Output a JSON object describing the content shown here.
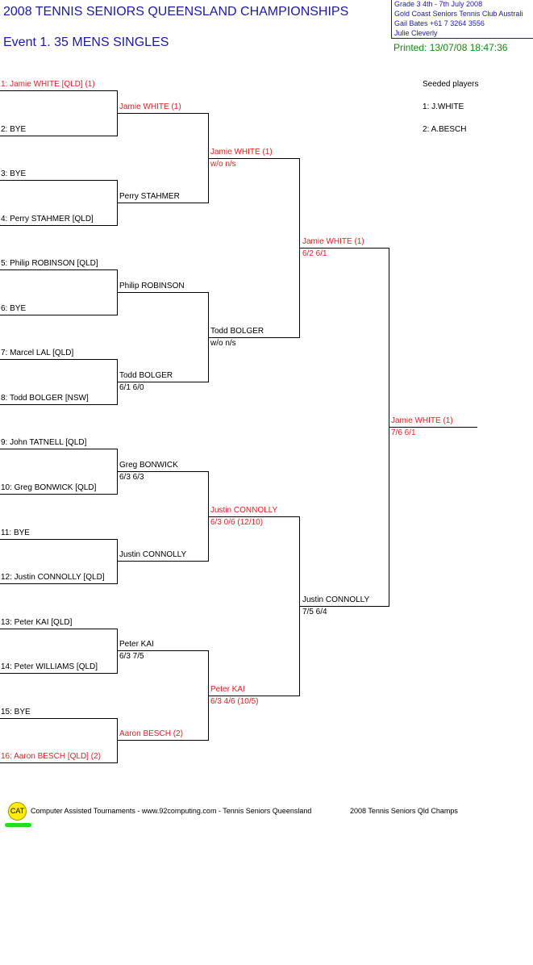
{
  "header": {
    "title": "2008  TENNIS SENIORS QUEENSLAND CHAMPIONSHIPS",
    "event": "Event 1. 35  MENS SINGLES",
    "info_lines": [
      "Grade 3    4th - 7th  July 2008",
      "Gold Coast Seniors Tennis Club    Australi",
      "Gail Bates    +61 7 3264 3556",
      "Julie Cleverly"
    ],
    "printed": "Printed: 13/07/08 18:47:36"
  },
  "seeds": {
    "title": "Seeded players",
    "list": [
      "1: J.WHITE",
      "2: A.BESCH"
    ]
  },
  "round1": [
    "1: Jamie WHITE [QLD] (1)",
    "2: BYE",
    "3: BYE",
    "4: Perry STAHMER [QLD]",
    "5: Philip ROBINSON [QLD]",
    "6: BYE",
    "7: Marcel LAL [QLD]",
    "8: Todd BOLGER [NSW]",
    "9: John TATNELL [QLD]",
    "10: Greg BONWICK [QLD]",
    "11: BYE",
    "12: Justin CONNOLLY [QLD]",
    "13: Peter KAI [QLD]",
    "14: Peter WILLIAMS [QLD]",
    "15: BYE",
    "16: Aaron BESCH [QLD] (2)"
  ],
  "round2": [
    {
      "name": "Jamie WHITE (1)",
      "score": ""
    },
    {
      "name": "Perry STAHMER",
      "score": ""
    },
    {
      "name": "Philip ROBINSON",
      "score": ""
    },
    {
      "name": "Todd BOLGER",
      "score": "6/1 6/0"
    },
    {
      "name": "Greg BONWICK",
      "score": "6/3 6/3"
    },
    {
      "name": "Justin CONNOLLY",
      "score": ""
    },
    {
      "name": "Peter KAI",
      "score": "6/3 7/5"
    },
    {
      "name": "Aaron BESCH (2)",
      "score": ""
    }
  ],
  "round3": [
    {
      "name": "Jamie WHITE (1)",
      "score": "w/o n/s"
    },
    {
      "name": "Todd BOLGER",
      "score": "w/o n/s"
    },
    {
      "name": "Justin CONNOLLY",
      "score": "6/3 0/6 (12/10)"
    },
    {
      "name": "Peter KAI",
      "score": "6/3 4/6 (10/5)"
    }
  ],
  "round4": [
    {
      "name": "Jamie WHITE (1)",
      "score": "6/2 6/1"
    },
    {
      "name": "Justin CONNOLLY",
      "score": "7/5 6/4"
    }
  ],
  "final": {
    "name": "Jamie WHITE (1)",
    "score": "7/6 6/1"
  },
  "footer": {
    "logo": "CAT",
    "credit": "Computer Assisted Tournaments - www.92computing.com -  Tennis Seniors Queensland",
    "event_name": "2008 Tennis Seniors Qld Champs"
  },
  "colors": {
    "seed_red": "#dd2222",
    "header_blue": "#1a1aa8",
    "printed_green": "#118811"
  }
}
